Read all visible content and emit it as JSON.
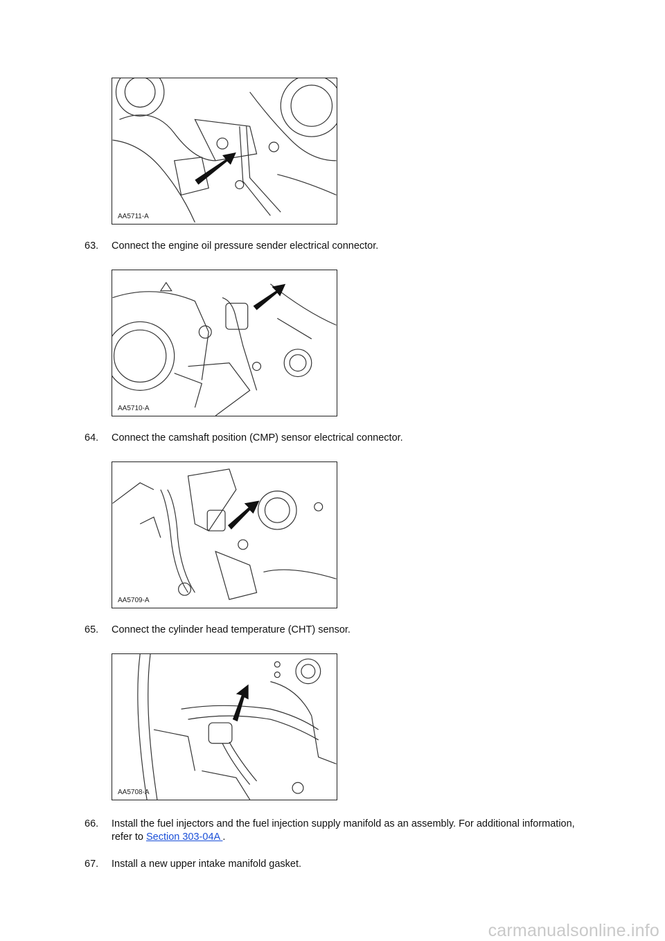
{
  "figures": [
    {
      "code": "AA5711-A"
    },
    {
      "code": "AA5710-A"
    },
    {
      "code": "AA5709-A"
    },
    {
      "code": "AA5708-A"
    }
  ],
  "steps": [
    {
      "number": "63.",
      "text": "Connect the engine oil pressure sender electrical connector."
    },
    {
      "number": "64.",
      "text": "Connect the camshaft position (CMP) sensor electrical connector."
    },
    {
      "number": "65.",
      "text": "Connect the cylinder head temperature (CHT) sensor."
    },
    {
      "number": "66.",
      "text_before": "Install the fuel injectors and the fuel injection supply manifold as an assembly. For additional information, refer to ",
      "link": "Section 303-04A ",
      "text_after": "."
    },
    {
      "number": "67.",
      "text": "Install a new upper intake manifold gasket."
    }
  ],
  "watermark": "carmanualsonline.info"
}
